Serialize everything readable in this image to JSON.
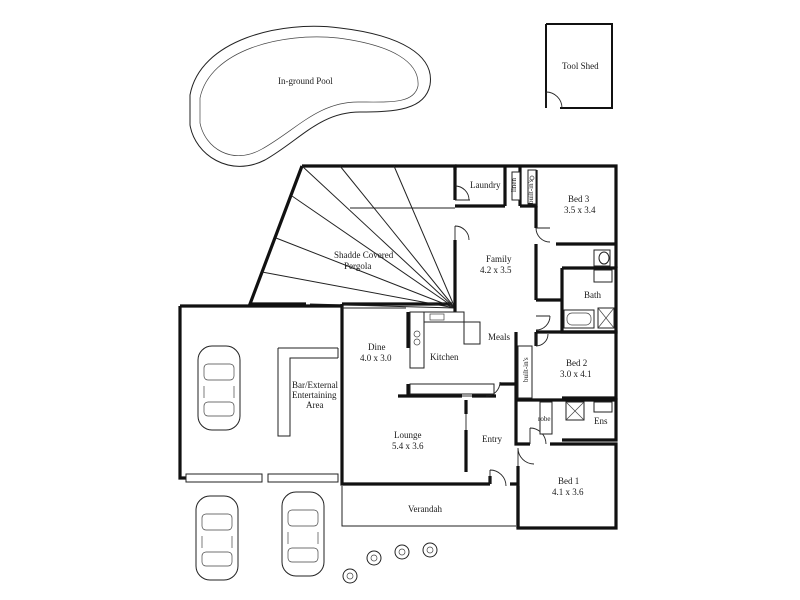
{
  "labels": {
    "pool": "In-ground Pool",
    "shed": "Tool Shed",
    "laundry": "Laundry",
    "linen": "linen",
    "builtins_bed3": "built-in's",
    "bed3": "Bed 3",
    "bed3_size": "3.5 x 3.4",
    "pergola_1": "Shadde Covered",
    "pergola_2": "Pergola",
    "family": "Family",
    "family_size": "4.2 x 3.5",
    "bath": "Bath",
    "meals": "Meals",
    "dine": "Dine",
    "dine_size": "4.0 x 3.0",
    "kitchen": "Kitchen",
    "builtins_bed2": "built-in's",
    "bed2": "Bed 2",
    "bed2_size": "3.0 x 4.1",
    "bar_1": "Bar/External",
    "bar_2": "Entertaining",
    "bar_3": "Area",
    "robe": "robe",
    "ens": "Ens",
    "lounge": "Lounge",
    "lounge_size": "5.4 x 3.6",
    "entry": "Entry",
    "bed1": "Bed 1",
    "bed1_size": "4.1 x 3.6",
    "verandah": "Verandah"
  }
}
